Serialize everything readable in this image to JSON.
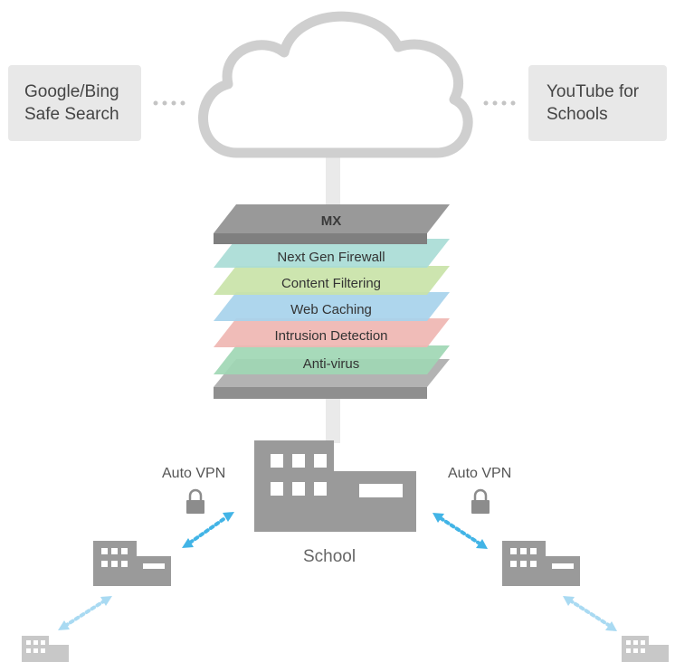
{
  "left_service": {
    "line1": "Google/Bing",
    "line2": "Safe Search"
  },
  "right_service": {
    "line1": "YouTube for",
    "line2": "Schools"
  },
  "mx": {
    "title": "MX",
    "layers": [
      {
        "label": "Next Gen Firewall",
        "color": "#a9dcd6"
      },
      {
        "label": "Content Filtering",
        "color": "#c9e3a8"
      },
      {
        "label": "Web Caching",
        "color": "#a7d3ec"
      },
      {
        "label": "Intrusion Detection",
        "color": "#efb6b2"
      },
      {
        "label": "Anti-virus",
        "color": "#9fd7b4"
      }
    ]
  },
  "school_label": "School",
  "vpn_left_label": "Auto VPN",
  "vpn_right_label": "Auto VPN",
  "colors": {
    "link": "#42b4e6",
    "cloud": "#cfcfcf",
    "building": "#9a9a9a"
  }
}
